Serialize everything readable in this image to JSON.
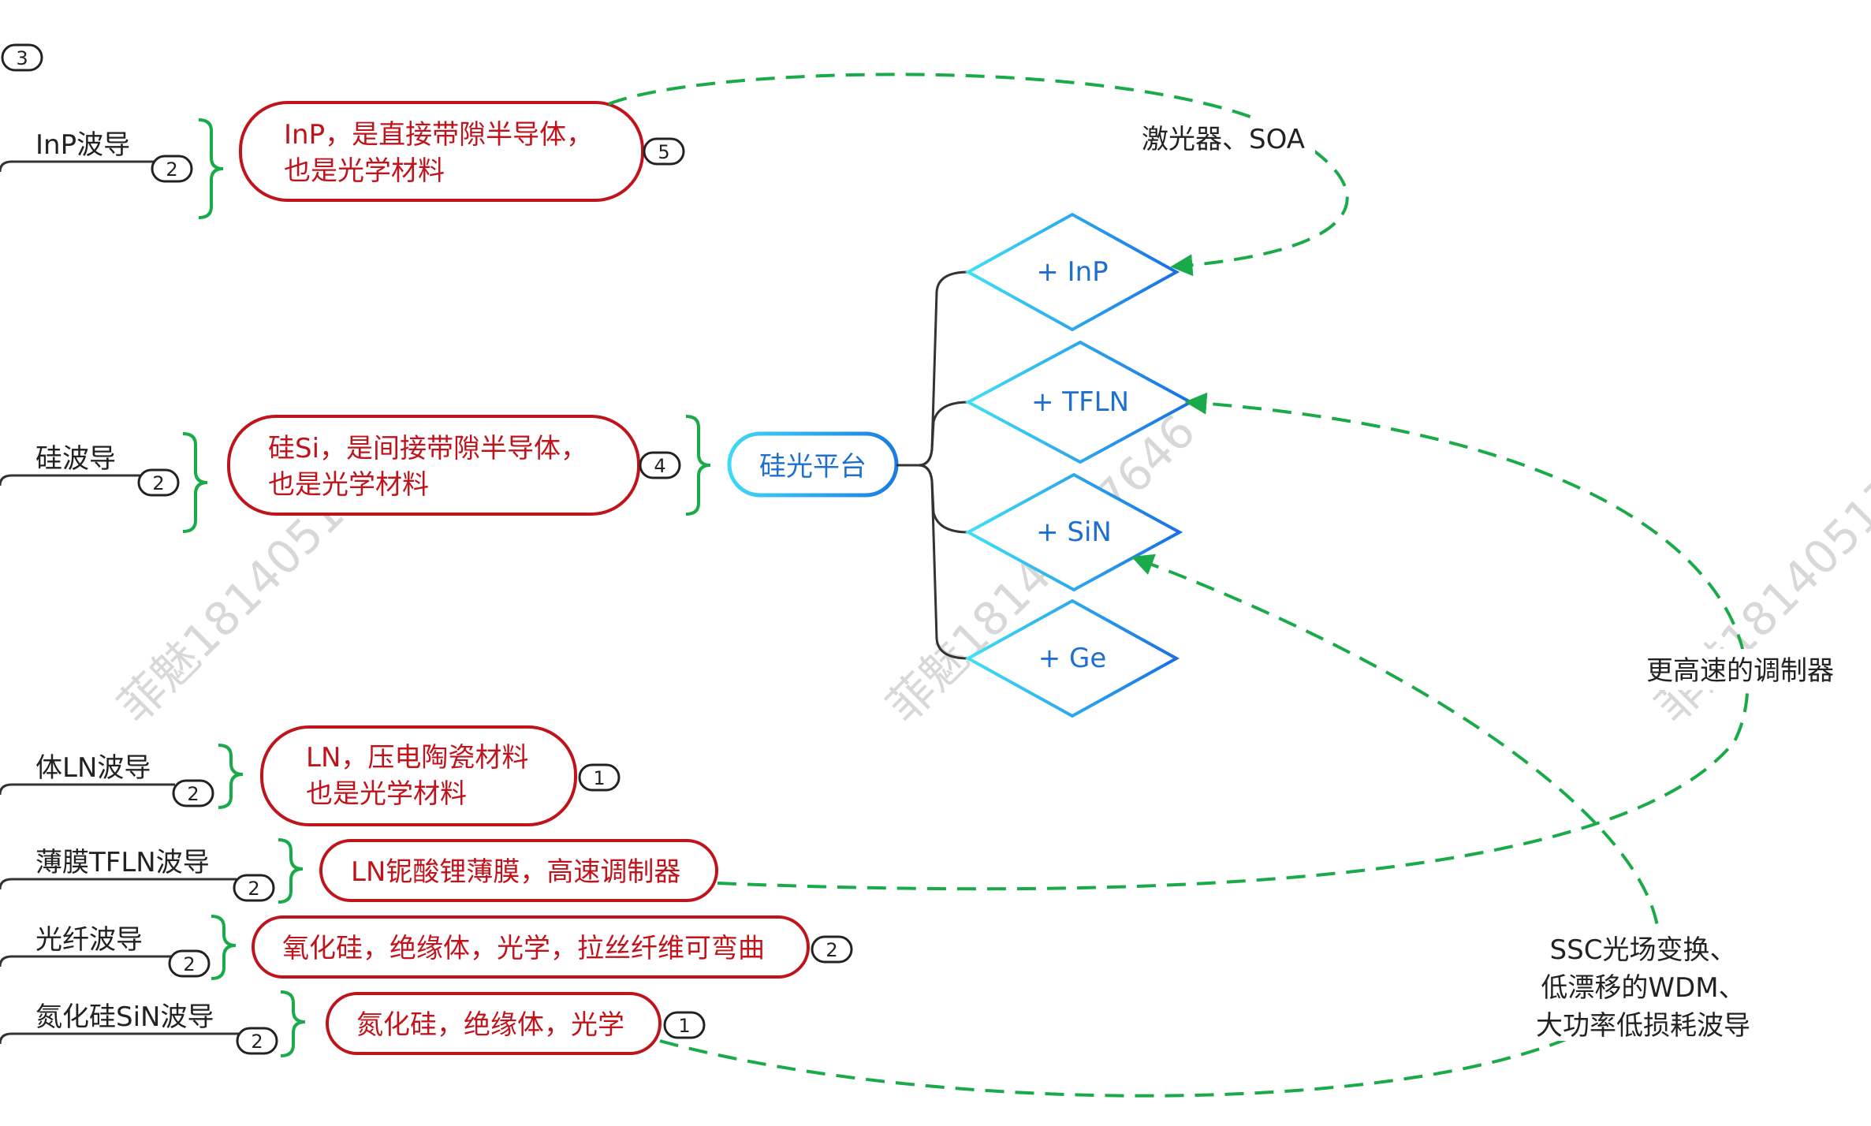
{
  "colors": {
    "red": "#c0141c",
    "green": "#1aaa4a",
    "blue": "#1f8be0",
    "cyan": "#33d1f0",
    "line": "#333333",
    "watermark": "#d4d4d4"
  },
  "top_badge": "3",
  "branches": [
    {
      "label": "InP波导",
      "label_badge": "2",
      "desc_line1": "InP，是直接带隙半导体，",
      "desc_line2": "也是光学材料",
      "desc_badge": "5"
    },
    {
      "label": "硅波导",
      "label_badge": "2",
      "desc_line1": "硅Si，是间接带隙半导体，",
      "desc_line2": "也是光学材料",
      "desc_badge": "4"
    },
    {
      "label": "体LN波导",
      "label_badge": "2",
      "desc_line1": "LN，压电陶瓷材料",
      "desc_line2": "也是光学材料",
      "desc_badge": "1"
    },
    {
      "label": "薄膜TFLN波导",
      "label_badge": "2",
      "desc_line1": "LN铌酸锂薄膜，高速调制器",
      "desc_line2": "",
      "desc_badge": ""
    },
    {
      "label": "光纤波导",
      "label_badge": "2",
      "desc_line1": "氧化硅，绝缘体，光学，拉丝纤维可弯曲",
      "desc_line2": "",
      "desc_badge": "2"
    },
    {
      "label": "氮化硅SiN波导",
      "label_badge": "2",
      "desc_line1": "氮化硅，绝缘体，光学",
      "desc_line2": "",
      "desc_badge": "1"
    }
  ],
  "platform": {
    "label": "硅光平台"
  },
  "diamonds": [
    "+ InP",
    "+ TFLN",
    "+ SiN",
    "+ Ge"
  ],
  "relation_labels": {
    "laser": "激光器、SOA",
    "modulator": "更高速的调制器",
    "ssc_line1": "SSC光场变换、",
    "ssc_line2": "低漂移的WDM、",
    "ssc_line3": "大功率低损耗波导"
  },
  "watermark": "菲魅18140517646"
}
